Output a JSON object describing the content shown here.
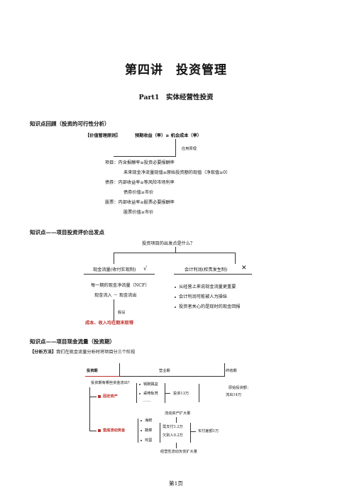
{
  "page": {
    "title": "第四讲　投资管理",
    "subtitle": "Part1　实体经营性投资",
    "footer": "第1页"
  },
  "section1": {
    "heading": "知识点回顾（投资的可行性分析）",
    "principle_label": "【价值管理原则】",
    "principle_formula": "预期收益（率）≥ 机会成本（率）",
    "apply_label": "应用原理",
    "lines": [
      "项目：内含报酬率≥投资必要报酬率",
      "未来现金净流量现值≥原始投资额的现值（净现值≥0）",
      "债券：内部收益率≥等风险市场利率",
      "债券价值≥市价",
      "股票：内部收益率≥股票必要报酬率",
      "股票价值≥市价"
    ]
  },
  "section2": {
    "heading": "知识点——项目投资评价出发点",
    "question": "投资项目的出发点是什么？",
    "left_title": "现金流量(收付实现制)",
    "left_mark": "√",
    "right_title": "会计利润(权责发生制)",
    "right_mark": "✕",
    "left_lines": [
      "每一期的现金净流量（NCF）",
      "现金流入 － 现金流出"
    ],
    "assume_label": "假设",
    "assume_result": "成本、收入均在期末取得",
    "right_bullets": [
      "从经营上来说现金流量更重要",
      "会计利润可能被人为操纵",
      "投资者关心的是现时的现金回报"
    ]
  },
  "section3": {
    "heading": "知识点——项目现金流量（投资期）",
    "method_label": "【分析方法】",
    "method_text": "我们在现金流量分析时将项目分三个阶段",
    "timeline": {
      "phase1": "投资期",
      "phase2": "营业期",
      "phase3": "终结期"
    },
    "question": "投资期有哪些资金流出？",
    "fixed_asset": {
      "label": "固定资产",
      "items": [
        "锅碗瓢盆",
        "桌椅板凳",
        "……"
      ],
      "result": "投资13万",
      "note_title": "原始投资额：",
      "note_value": "流出14万"
    },
    "working_capital": {
      "label": "垫底流动资金",
      "items": [
        "海鲜",
        "蔬菜",
        "鸡蛋"
      ],
      "top_note": "流动资产扩大量",
      "line1": "需支付1.2万",
      "line2": "欠别人0.2万",
      "result": "实付差额1万",
      "bottom_note": "经营性流动负债扩大量"
    }
  }
}
